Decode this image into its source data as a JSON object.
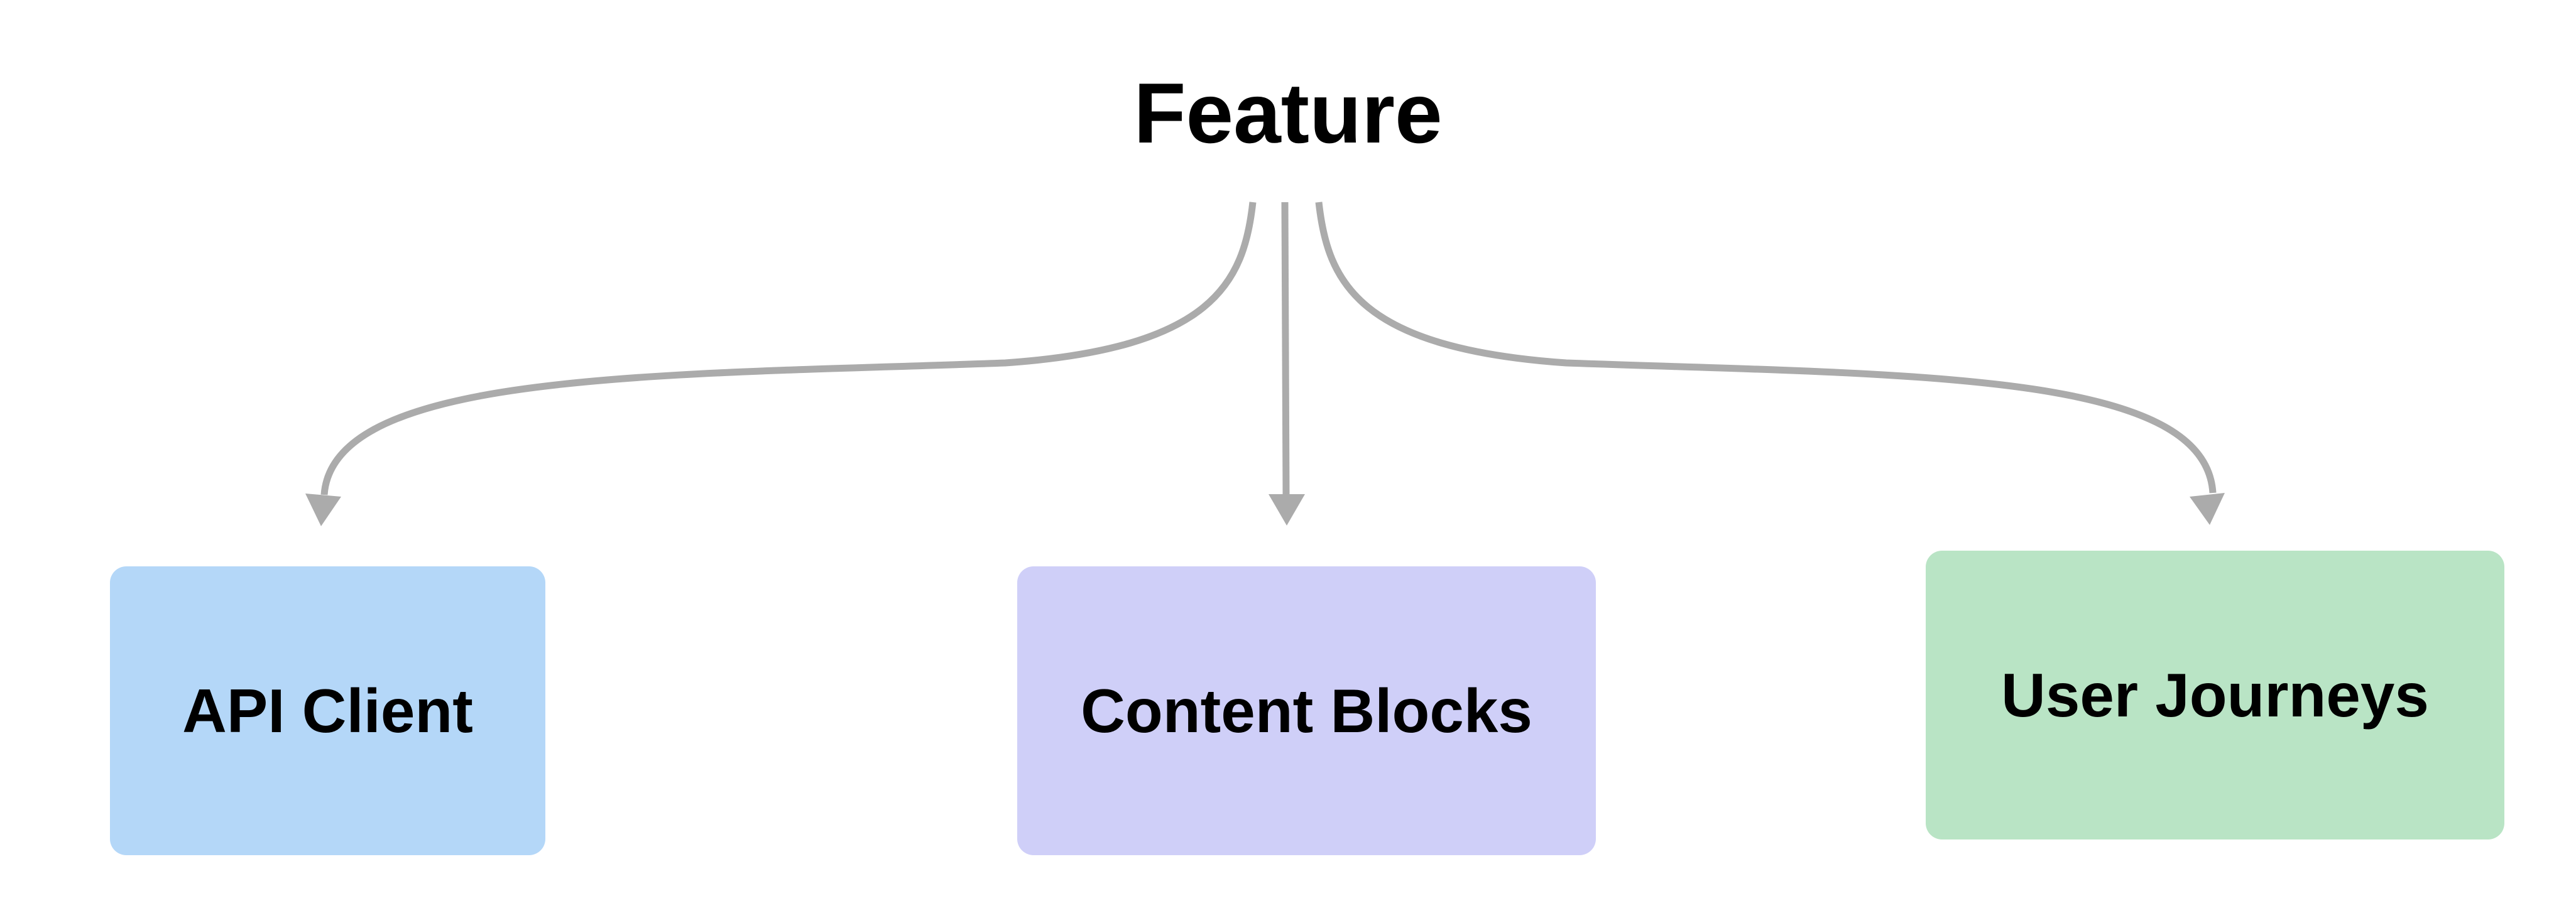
{
  "diagram": {
    "title": "Feature",
    "background_color": "#ffffff",
    "text_color": "#000000",
    "connector_color": "#ababab",
    "nodes": [
      {
        "id": "api-client",
        "label": "API Client",
        "fill_color": "#b4d7f8"
      },
      {
        "id": "content-blocks",
        "label": "Content Blocks",
        "fill_color": "#cfcff8"
      },
      {
        "id": "user-journeys",
        "label": "User Journeys",
        "fill_color": "#b9e4c5"
      }
    ]
  }
}
